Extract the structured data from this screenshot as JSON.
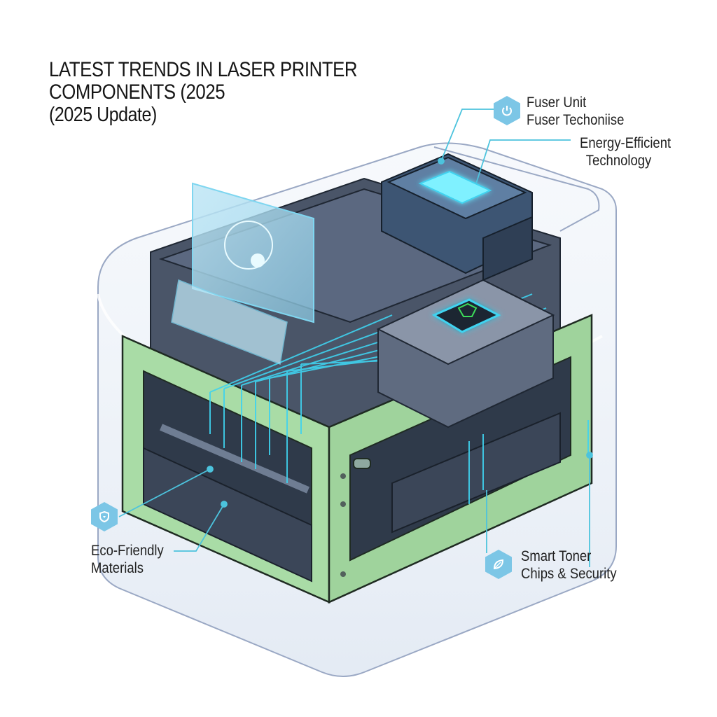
{
  "title": {
    "line1": "LATEST TRENDS IN LASER PRINTER",
    "line2": "COMPONENTS (2025",
    "line3": "(2025 Update)"
  },
  "callouts": {
    "fuser": {
      "icon": "power-icon",
      "line1": "Fuser Unit",
      "line2": "Fuser Techoniise"
    },
    "energy": {
      "line1": "Energy-Efficient",
      "line2": "Technology"
    },
    "eco": {
      "icon": "shield-icon",
      "line1": "Eco-Friendly",
      "line2": "Materials"
    },
    "toner": {
      "icon": "leaf-icon",
      "line1": "Smart Toner",
      "line2": "Chips & Security"
    }
  },
  "colors": {
    "accent_cyan": "#3fd3f0",
    "icon_hex": "#7cc6e6",
    "frame_green": "#a9dca6",
    "body_dark": "#3f4a5c",
    "leader_line": "#4cc3dd",
    "enclosure": "#e8eef6"
  }
}
